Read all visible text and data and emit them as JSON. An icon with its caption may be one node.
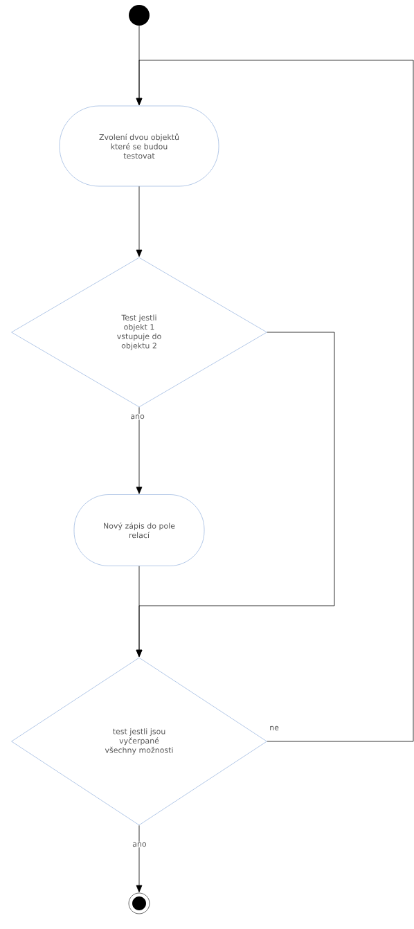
{
  "diagram": {
    "nodes": [
      {
        "text": [],
        "shape": "circle"
      },
      {
        "text": [
          "Zvolení dvou objektů které se budou testovat"
        ]
      },
      {
        "text": [
          "Test jestli objekt 1 vstupuje do objektu 2"
        ]
      },
      {
        "text": [
          "Nový zápis do pole relací"
        ]
      },
      {
        "text": [
          "test jestli jsou vyčerpané všechny možnosti"
        ]
      },
      {
        "text": [],
        "shape": "circle"
      }
    ],
    "edges": [
      {
        "from": 0,
        "to": 1,
        "arrow": "to"
      },
      {
        "from": 1,
        "to": 2,
        "arrow": "to"
      },
      {
        "from": 2,
        "to": 3,
        "arrow": "to",
        "label": "ano"
      },
      {
        "from": 3,
        "to": 4,
        "arrow": "to"
      },
      {
        "from": 2,
        "to": 4,
        "arrow": "to"
      },
      {
        "from": 4,
        "to": 1,
        "arrow": "to",
        "label": "ne"
      },
      {
        "from": 4,
        "to": 5,
        "arrow": "to",
        "label": "ano"
      }
    ]
  }
}
